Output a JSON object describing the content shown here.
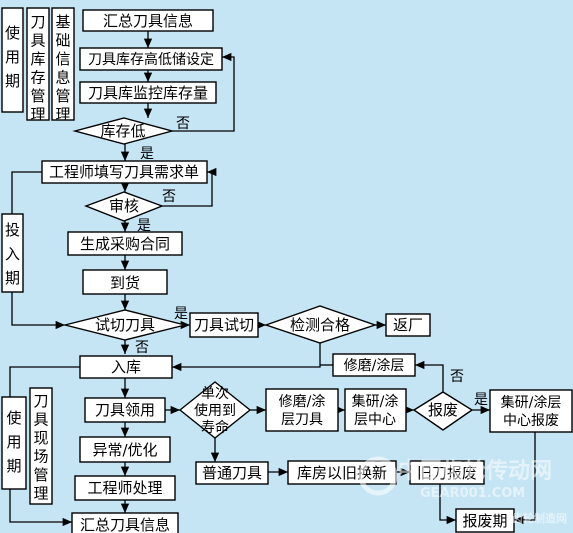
{
  "phases": {
    "use_top": "使用期",
    "inventory_mgmt": "刀具库存管理",
    "basic_info_mgmt": "基础信息管理",
    "input": "投入期",
    "use_bottom": "使用期",
    "field_mgmt": "刀具现场管理"
  },
  "nodes": {
    "summary_top": "汇总刀具信息",
    "set_limits": "刀具库存高低储设定",
    "monitor": "刀具库监控库存量",
    "low_stock": "库存低",
    "engineer_fill": "工程师填写刀具需求单",
    "review": "审核",
    "gen_contract": "生成采购合同",
    "arrival": "到货",
    "trial_decision": "试切刀具",
    "trial": "刀具试切",
    "inspect": "检测合格",
    "return": "返厂",
    "regrind": "修磨/涂层",
    "storage": "入库",
    "tool_use": "刀具领用",
    "life_l1": "单次",
    "life_l2": "使用到",
    "life_l3": "寿命",
    "regrind_tool_l1": "修磨/涂",
    "regrind_tool_l2": "层刀具",
    "center_l1": "集研/涂",
    "center_l2": "层中心",
    "scrap_decision": "报废",
    "center_scrap_l1": "集研/涂层",
    "center_scrap_l2": "中心报废",
    "abnormal": "异常/优化",
    "engineer_handle": "工程师处理",
    "summary_bottom": "汇总刀具信息",
    "normal_tool": "普通刀具",
    "warehouse": "库房以旧换新",
    "old_tool": "旧刀报废",
    "scrap_period": "报废期"
  },
  "labels": {
    "no": "否",
    "yes": "是"
  },
  "watermark": {
    "line1": "中国齿轮传动网",
    "line2": "GEAR001.COM",
    "line3": "齿轮制造网"
  }
}
